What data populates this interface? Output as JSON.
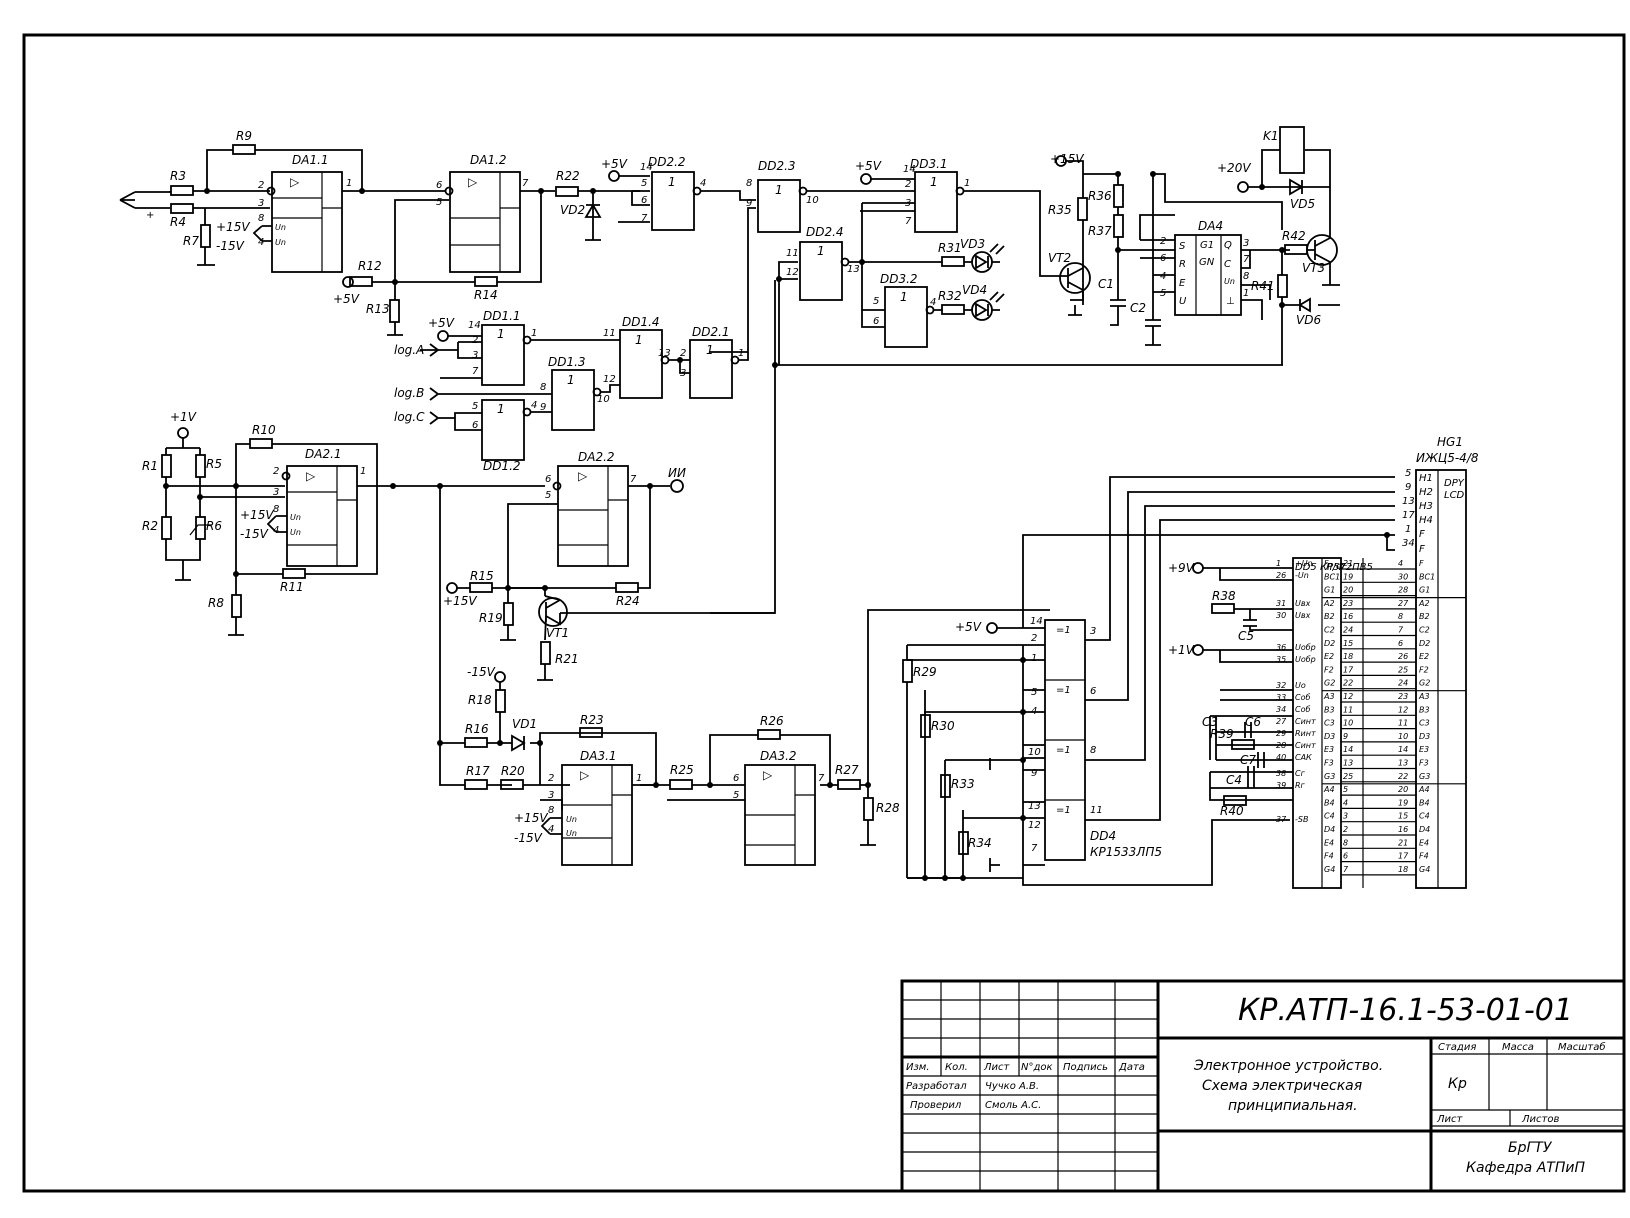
{
  "drawing": {
    "code": "КР.АТП-16.1-53-01-01",
    "title_lines": [
      "Электронное устройство.",
      "Схема электрическая",
      "принципиальная."
    ],
    "hdr": [
      "Изм.",
      "Кол.",
      "Лист",
      "N°док",
      "Подпись",
      "Дата"
    ],
    "role_dev": "Разработал",
    "name_dev": "Чучко А.В.",
    "role_chk": "Проверил",
    "name_chk": "Смоль А.С.",
    "stage_label": "Стадия",
    "mass_label": "Масса",
    "scale_label": "Масштаб",
    "stage_value": "Кр",
    "sheet_label": "Лист",
    "sheets_label": "Листов",
    "org_line1": "БрГТУ",
    "org_line2": "Кафедра АТПиП"
  },
  "labels": {
    "R9": "R9",
    "R3": "R3",
    "R4": "R4",
    "R7": "R7",
    "DA1_1": "DA1.1",
    "DA1_2": "DA1.2",
    "p15": "+15V",
    "m15": "-15V",
    "p15b": "+15V",
    "m15b": "-15V",
    "R12": "R12",
    "R13": "R13",
    "R14": "R14",
    "p5a": "+5V",
    "R22": "R22",
    "VD2": "VD2",
    "p5b": "+5V",
    "DD2_2": "DD2.2",
    "DD2_3": "DD2.3",
    "p5c": "+5V",
    "DD3_1": "DD3.1",
    "DD2_4": "DD2.4",
    "R31": "R31",
    "VD3": "VD3",
    "DD3_2": "DD3.2",
    "R32": "R32",
    "VD4": "VD4",
    "p15c": "+15V",
    "R35": "R35",
    "R36": "R36",
    "R37": "R37",
    "VT2": "VT2",
    "C1": "C1",
    "C2": "C2",
    "DA4": "DA4",
    "p20": "+20V",
    "K1": "K1",
    "VD5": "VD5",
    "R42": "R42",
    "VT3": "VT3",
    "R41": "R41",
    "VD6": "VD6",
    "p5d": "+5V",
    "DD1_1": "DD1.1",
    "DD1_4": "DD1.4",
    "DD2_1": "DD2.1",
    "DD1_3": "DD1.3",
    "DD1_2": "DD1.2",
    "logA": "log.A",
    "logB": "log.B",
    "logC": "log.C",
    "p1": "+1V",
    "R10": "R10",
    "R1": "R1",
    "R5": "R5",
    "R2": "R2",
    "R6": "R6",
    "DA2_1": "DA2.1",
    "R11": "R11",
    "R8": "R8",
    "p15d": "+15V",
    "m15d": "-15V",
    "DA2_2": "DA2.2",
    "II": "ИИ",
    "R15": "R15",
    "p15e": "+15V",
    "R24": "R24",
    "R19": "R19",
    "VT1": "VT1",
    "R21": "R21",
    "m15e": "-15V",
    "R18": "R18",
    "R16": "R16",
    "VD1": "VD1",
    "R23": "R23",
    "R17": "R17",
    "R20": "R20",
    "DA3_1": "DA3.1",
    "p15f": "+15V",
    "m15f": "-15V",
    "R25": "R25",
    "R26": "R26",
    "DA3_2": "DA3.2",
    "R27": "R27",
    "R28": "R28",
    "p5e": "+5V",
    "R29": "R29",
    "R30": "R30",
    "R33": "R33",
    "R34": "R34",
    "DD4": "DD4",
    "DD4_type": "КР1533ЛП5",
    "p9": "+9V",
    "p1b": "+1V",
    "R38": "R38",
    "C5": "C5",
    "C3": "C3",
    "C6": "C6",
    "R39": "R39",
    "C7": "C7",
    "C4": "C4",
    "R40": "R40",
    "DD5": "DD5 КР572ПВ5",
    "HG1": "HG1",
    "HG1_type": "ИЖЦ5-4/8",
    "lcd1": "DPY",
    "lcd2": "LCD",
    "un": "Un",
    "g1": "G1",
    "gn": "GN",
    "opamp": "▷",
    "xor": "=1",
    "one": "1"
  },
  "dd5_pins": {
    "left": [
      "1",
      "26",
      "31",
      "30",
      "36",
      "35",
      "32",
      "33",
      "34",
      "27",
      "29",
      "28",
      "40",
      "38",
      "39",
      "37"
    ],
    "left_names": [
      "+Un",
      "-Un",
      "Uвх",
      "Uвх",
      "Uобр",
      "Uобр",
      "Uо",
      "Соб",
      "Соб",
      "Синт",
      "Rинт",
      "Синт",
      "САК",
      "Сг",
      "Rг",
      "-SB"
    ],
    "right": [
      "F",
      "BC1",
      "G1",
      "A2",
      "B2",
      "C2",
      "D2",
      "E2",
      "F2",
      "G2",
      "A3",
      "B3",
      "C3",
      "D3",
      "E3",
      "F3",
      "G3",
      "A4",
      "B4",
      "C4",
      "D4",
      "E4",
      "F4",
      "G4"
    ],
    "right_pins": [
      "21",
      "19",
      "20",
      "23",
      "16",
      "24",
      "15",
      "18",
      "17",
      "22",
      "12",
      "11",
      "10",
      "9",
      "14",
      "13",
      "25",
      "5",
      "4",
      "3",
      "2",
      "8",
      "6",
      "7"
    ],
    "lcd_pins": [
      "4",
      "30",
      "28",
      "27",
      "8",
      "7",
      "6",
      "26",
      "25",
      "24",
      "23",
      "12",
      "11",
      "10",
      "14",
      "13",
      "22",
      "20",
      "19",
      "15",
      "16",
      "21",
      "17",
      "18"
    ]
  }
}
